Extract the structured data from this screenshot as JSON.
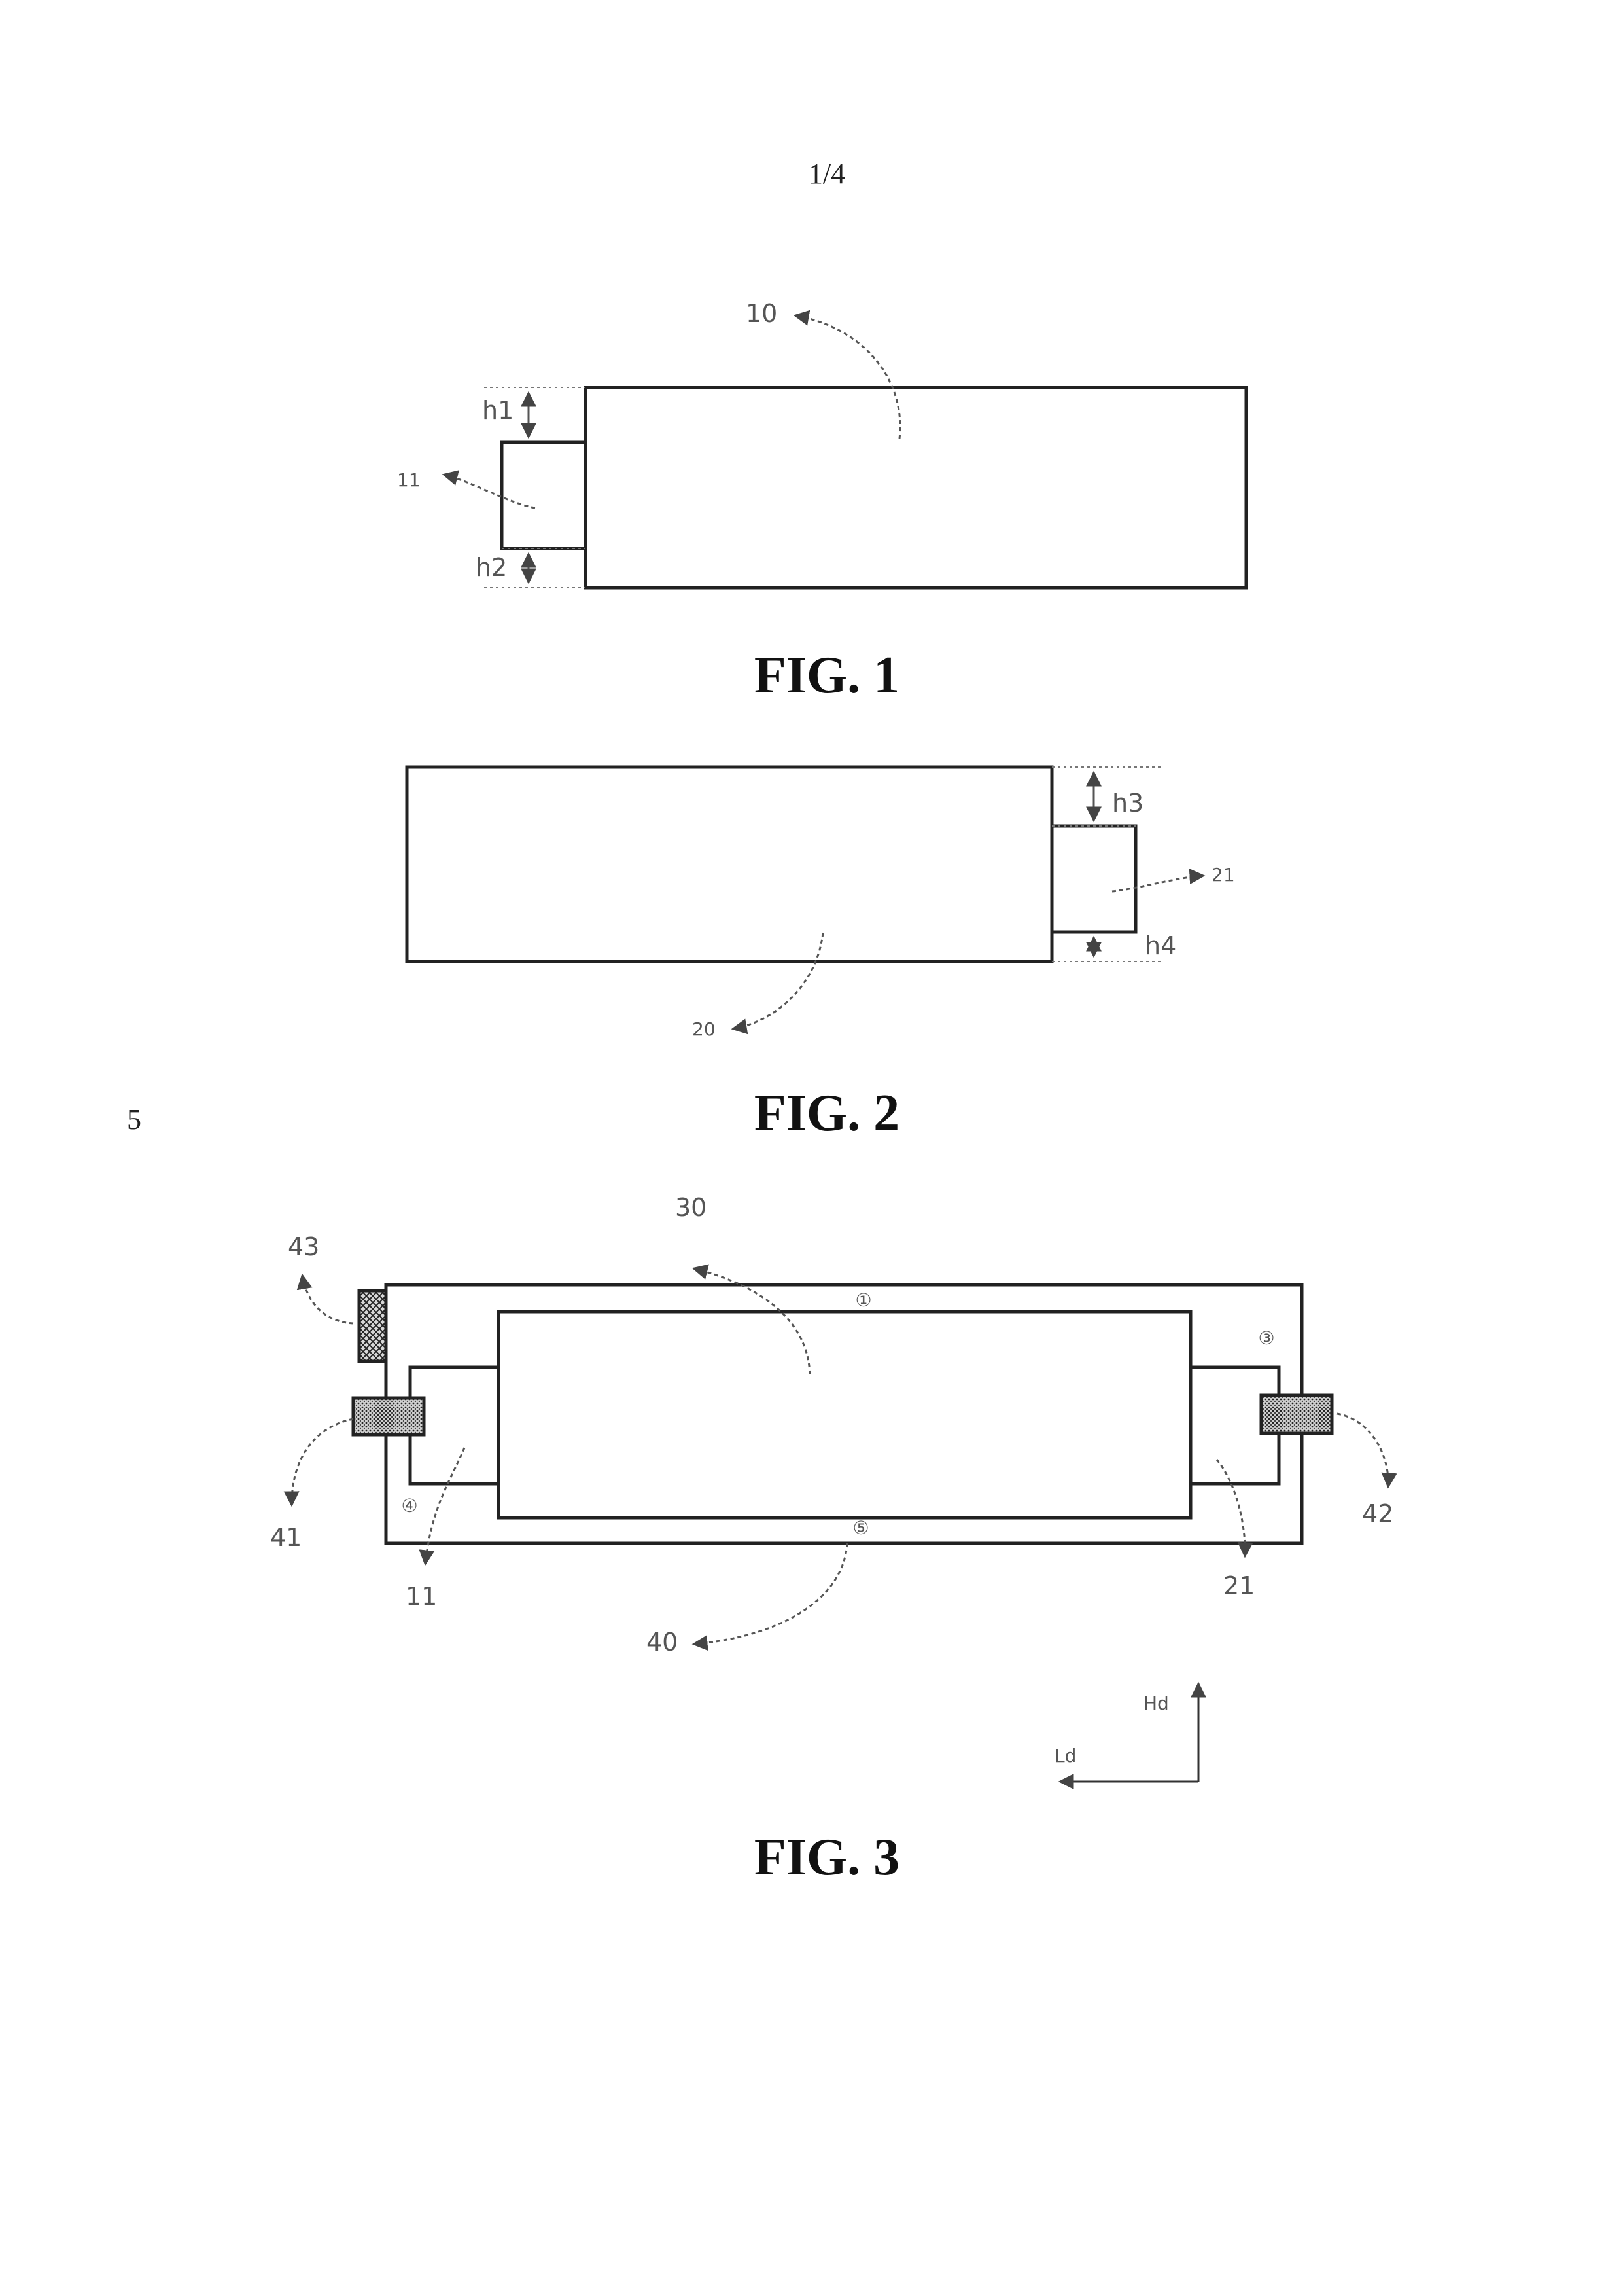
{
  "page": {
    "number": "1/4",
    "line_number": "5"
  },
  "fig1": {
    "caption": "FIG. 1",
    "labels": {
      "body": "10",
      "tab": "11",
      "h1": "h1",
      "h2": "h2"
    }
  },
  "fig2": {
    "caption": "FIG. 2",
    "labels": {
      "body": "20",
      "tab": "21",
      "h3": "h3",
      "h4": "h4"
    }
  },
  "fig3": {
    "caption": "FIG. 3",
    "labels": {
      "core": "30",
      "housing": "40",
      "term_left": "41",
      "term_right": "42",
      "term_top": "43",
      "tab_left": "11",
      "tab_right": "21",
      "axis_h": "Hd",
      "axis_l": "Ld",
      "region1": "①",
      "region3": "③",
      "region4": "④",
      "region5": "⑤"
    }
  }
}
